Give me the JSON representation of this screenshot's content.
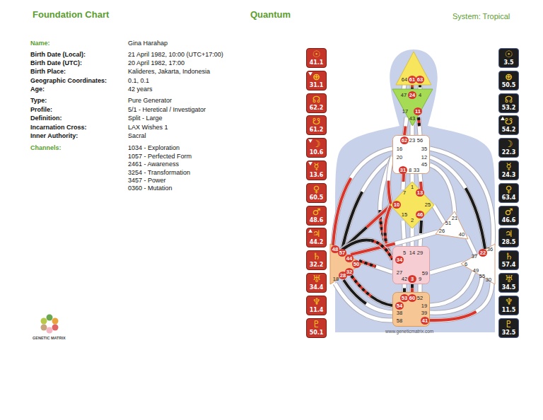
{
  "diagram": {
    "title": "Foundation Chart",
    "nodes": [
      {
        "text": [
          "☉",
          "41.1"
        ]
      },
      {
        "text": [
          "⊕",
          "31.1"
        ]
      },
      {
        "text": [
          "☊",
          "62.2"
        ]
      },
      {
        "text": [
          "☋",
          "61.2"
        ]
      },
      {
        "text": [
          "☽",
          "10.6"
        ]
      },
      {
        "text": [
          "☿",
          "13.6"
        ]
      },
      {
        "text": [
          "♀",
          "60.5"
        ]
      },
      {
        "text": [
          "♂",
          "48.6"
        ]
      },
      {
        "text": [
          "♃",
          "44.2"
        ]
      },
      {
        "text": [
          "♄",
          "32.2"
        ]
      },
      {
        "text": [
          "♅",
          "34.4"
        ]
      },
      {
        "text": [
          "♆",
          "11.4"
        ]
      },
      {
        "text": [
          "♇",
          "50.1"
        ]
      },
      {
        "text": [
          "64",
          "61",
          "63"
        ]
      },
      {
        "text": [
          "47",
          "24",
          "4",
          "17",
          "11",
          "43"
        ]
      },
      {
        "text": [
          "62",
          "23",
          "56",
          "16",
          "35",
          "20",
          "12",
          "45",
          "31",
          "8",
          "33"
        ]
      },
      {
        "text": [
          "1",
          "7",
          "13",
          "10",
          "25",
          "15",
          "46",
          "2"
        ]
      },
      {
        "text": [
          "21",
          "51",
          "26",
          "40"
        ]
      },
      {
        "text": [
          "48",
          "57",
          "44",
          "50",
          "32",
          "28",
          "18"
        ]
      },
      {
        "text": [
          "5",
          "14",
          "29",
          "34",
          "27",
          "59",
          "42",
          "3",
          "9"
        ]
      },
      {
        "text": [
          "36",
          "22",
          "37",
          "6",
          "49",
          "55",
          "30"
        ]
      },
      {
        "text": [
          "53",
          "60",
          "52",
          "54",
          "19",
          "38",
          "39",
          "58",
          "41"
        ]
      },
      {
        "text": [
          "☉",
          "3.5"
        ]
      },
      {
        "text": [
          "⊕",
          "50.5"
        ]
      },
      {
        "text": [
          "☊",
          "53.2"
        ]
      },
      {
        "text": [
          "☋",
          "54.2"
        ]
      },
      {
        "text": [
          "☽",
          "22.3"
        ]
      },
      {
        "text": [
          "☿",
          "24.3"
        ]
      },
      {
        "text": [
          "♀",
          "63.4"
        ]
      },
      {
        "text": [
          "♂",
          "46.6"
        ]
      },
      {
        "text": [
          "♃",
          "28.5"
        ]
      },
      {
        "text": [
          "♄",
          "57.4"
        ]
      },
      {
        "text": [
          "♅",
          "34.5"
        ]
      },
      {
        "text": [
          "♆",
          "11.5"
        ]
      },
      {
        "text": [
          "♇",
          "32.5"
        ]
      }
    ],
    "edges": [
      {
        "from": 13,
        "to": 14,
        "arrow": "none"
      },
      {
        "from": 13,
        "to": 14,
        "arrow": "none"
      },
      {
        "from": 13,
        "to": 14,
        "arrow": "none"
      },
      {
        "from": 14,
        "to": 15,
        "arrow": "none"
      },
      {
        "from": 14,
        "to": 15,
        "arrow": "none"
      },
      {
        "from": 14,
        "to": 15,
        "arrow": "none"
      },
      {
        "from": 15,
        "to": 18,
        "arrow": "none"
      },
      {
        "from": 15,
        "to": 18,
        "arrow": "none"
      },
      {
        "from": 15,
        "to": 19,
        "arrow": "none"
      },
      {
        "from": 15,
        "to": 16,
        "arrow": "none"
      },
      {
        "from": 15,
        "to": 16,
        "arrow": "none"
      },
      {
        "from": 15,
        "to": 16,
        "arrow": "none"
      },
      {
        "from": 15,
        "to": 16,
        "arrow": "none"
      },
      {
        "from": 15,
        "to": 17,
        "arrow": "none"
      },
      {
        "from": 15,
        "to": 20,
        "arrow": "none"
      },
      {
        "from": 15,
        "to": 20,
        "arrow": "none"
      },
      {
        "from": 16,
        "to": 17,
        "arrow": "none"
      },
      {
        "from": 16,
        "to": 18,
        "arrow": "none"
      },
      {
        "from": 16,
        "to": 19,
        "arrow": "none"
      },
      {
        "from": 16,
        "to": 19,
        "arrow": "none"
      },
      {
        "from": 16,
        "to": 19,
        "arrow": "none"
      },
      {
        "from": 16,
        "to": 19,
        "arrow": "none"
      },
      {
        "from": 17,
        "to": 18,
        "arrow": "none"
      },
      {
        "from": 17,
        "to": 20,
        "arrow": "none"
      },
      {
        "from": 18,
        "to": 19,
        "arrow": "none"
      },
      {
        "from": 18,
        "to": 19,
        "arrow": "none"
      },
      {
        "from": 18,
        "to": 21,
        "arrow": "none"
      },
      {
        "from": 18,
        "to": 21,
        "arrow": "none"
      },
      {
        "from": 18,
        "to": 21,
        "arrow": "none"
      },
      {
        "from": 20,
        "to": 19,
        "arrow": "none"
      },
      {
        "from": 19,
        "to": 21,
        "arrow": "none"
      },
      {
        "from": 19,
        "to": 21,
        "arrow": "none"
      },
      {
        "from": 19,
        "to": 21,
        "arrow": "none"
      },
      {
        "from": 20,
        "to": 21,
        "arrow": "none"
      },
      {
        "from": 20,
        "to": 21,
        "arrow": "none"
      },
      {
        "from": 20,
        "to": 21,
        "arrow": "none"
      }
    ],
    "labels": [
      "Quantum",
      "System: Tropical",
      "Name:",
      "Gina Harahap",
      "Birth Date (Local):",
      "21 April 1982, 10:00 (UTC+17:00)",
      "Birth Date (UTC):",
      "20 April 1982, 17:00",
      "Birth Place:",
      "Kalideres, Jakarta, Indonesia",
      "Geographic Coordinates:",
      "0.1, 0.1",
      "Age:",
      "42 years",
      "Type:",
      "Pure Generator",
      "Profile:",
      "5/1 - Heretical / Investigator",
      "Definition:",
      "Split - Large",
      "Incarnation Cross:",
      "LAX Wishes 1",
      "Inner Authority:",
      "Sacral",
      "Channels:",
      "1034 - Exploration",
      "1057 - Perfected Form",
      "2461 - Awareness",
      "3254 - Transformation",
      "3457 - Power",
      "0360 - Mutation",
      "www.geneticmatrix.com",
      "GENETIC MATRIX"
    ]
  }
}
